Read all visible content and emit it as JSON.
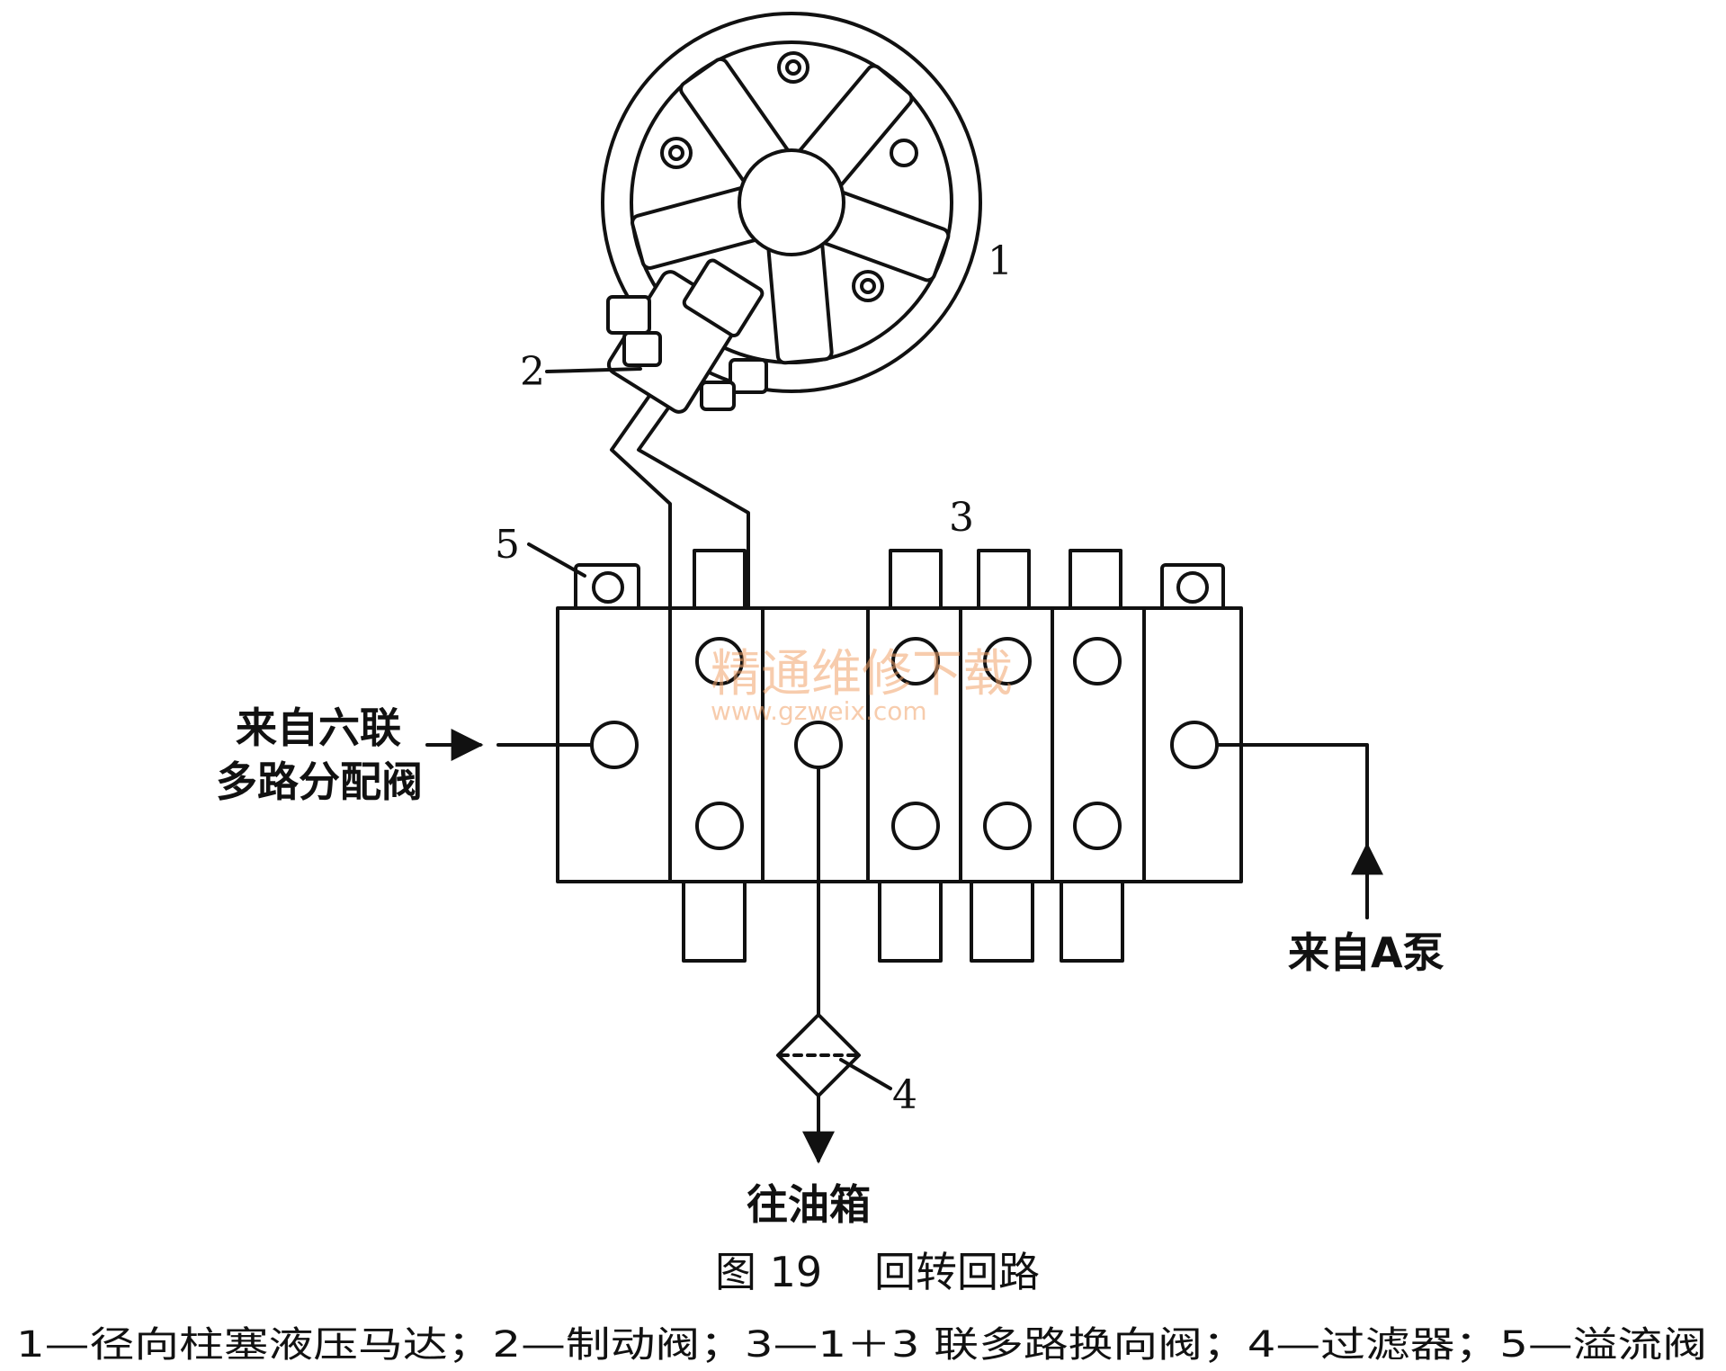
{
  "labels": {
    "n1": "1",
    "n2": "2",
    "n3": "3",
    "n4": "4",
    "n5": "5"
  },
  "annotations": {
    "inlet_left_line1": "来自六联",
    "inlet_left_line2": "多路分配阀",
    "inlet_right": "来自A泵",
    "outlet": "往油箱"
  },
  "watermark": {
    "cn": "精通维修下载",
    "url": "www.gzweix.com"
  },
  "caption": {
    "figure_no": "图 19",
    "title": "回转回路"
  },
  "legend": "1—径向柱塞液压马达；2—制动阀；3—1＋3 联多路换向阀；4—过滤器；5—溢流阀"
}
